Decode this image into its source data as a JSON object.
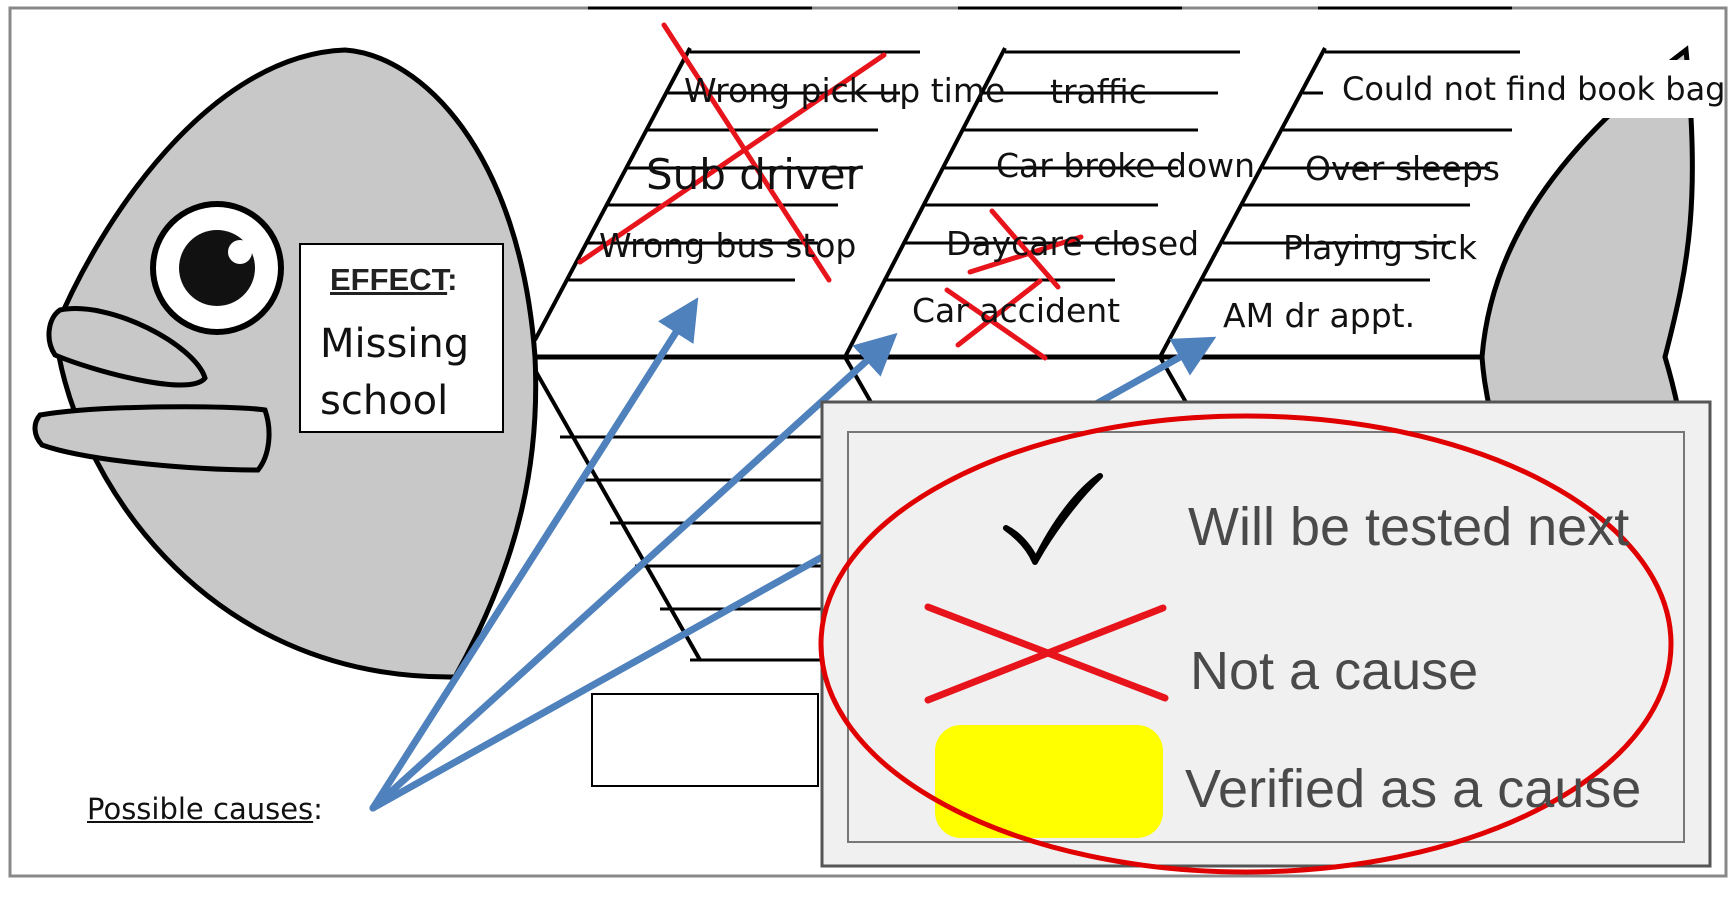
{
  "effect": {
    "heading": "EFFECT",
    "heading_suffix": ":",
    "line1": "Missing",
    "line2": "school"
  },
  "categories": {
    "col1": [
      "Wrong pick up time",
      "Sub driver",
      "Wrong bus stop"
    ],
    "col2": [
      "traffic",
      "Car broke down",
      "Daycare closed",
      "Car accident"
    ],
    "col3": [
      "Could not find book bag",
      "Over sleeps",
      "Playing sick",
      "AM dr appt."
    ]
  },
  "possible_causes": {
    "label": "Possible causes",
    "suffix": ":"
  },
  "legend": {
    "tested": "Will be tested next",
    "not_cause": "Not a cause",
    "verified": "Verified as a cause"
  },
  "colors": {
    "fish_fill": "#c8c8c8",
    "arrow": "#4f81bd",
    "cross": "#e8141c",
    "legend_ellipse": "#e00000",
    "verified": "#ffff00"
  }
}
